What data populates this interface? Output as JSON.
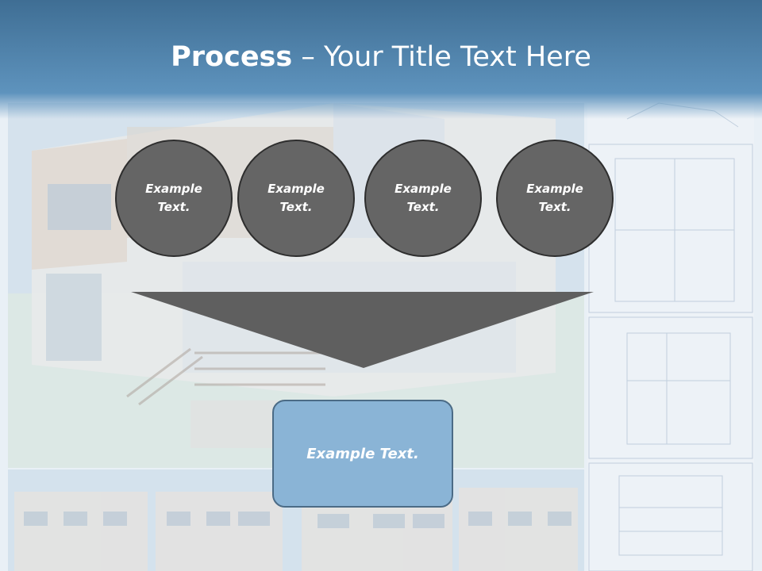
{
  "slide": {
    "title_bold": "Process",
    "title_rest": " – Your Title Text Here"
  },
  "circles": [
    {
      "label": "Example Text."
    },
    {
      "label": "Example Text."
    },
    {
      "label": "Example Text."
    },
    {
      "label": "Example Text."
    }
  ],
  "result": {
    "label": "Example Text."
  },
  "colors": {
    "header": "#4f82ab",
    "circle_fill": "#656565",
    "funnel_fill": "#5f5f5f",
    "result_fill": "#8ab4d6"
  }
}
